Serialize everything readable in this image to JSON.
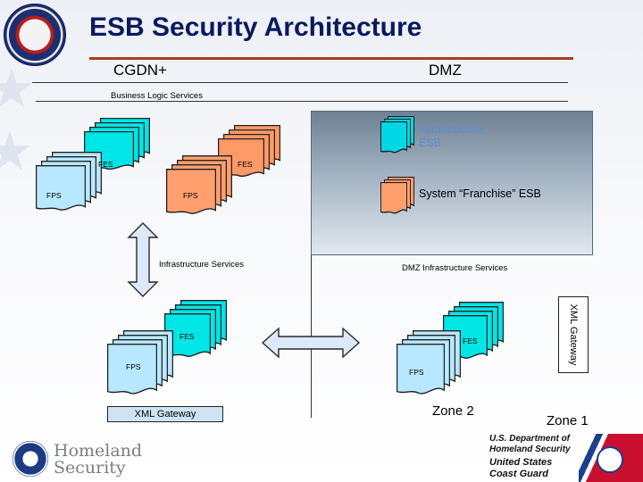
{
  "title": "ESB Security Architecture",
  "columns": {
    "left": "CGDN+",
    "right": "DMZ"
  },
  "business_logic": "Business Logic Services",
  "dmz_box": {
    "infrastructure_esb": "Infrastructure\nESB",
    "system_franchise_esb": "System “Franchise” ESB"
  },
  "clusters": {
    "top_left": {
      "fes": "FES",
      "fps": "FPS"
    },
    "top_right": {
      "fes": "FES",
      "fps": "FPS"
    },
    "bottom_left": {
      "fes": "FES",
      "fps": "FPS"
    },
    "bottom_right": {
      "fes": "FES",
      "fps": "FPS"
    }
  },
  "infrastructure_services": "Infrastructure Services",
  "dmz_infrastructure_services": "DMZ Infrastructure Services",
  "xml_gateway_bottom": "XML Gateway",
  "xml_gateway_right": "XML Gateway",
  "zone_2": "Zone 2",
  "zone_1": "Zone 1",
  "footer": {
    "homeland_line1": "Homeland",
    "homeland_line2": "Security",
    "uscg_line1": "U.S. Department of",
    "uscg_line2": "Homeland Security",
    "uscg_line3": "United States",
    "uscg_line4": "Coast Guard"
  },
  "colors": {
    "title": "#0b1a5e",
    "fes_blue": "#00e6e6",
    "fps_blue": "#b8e8ff",
    "fes_orange": "#ff9966",
    "fps_orange": "#ff9f6e",
    "dmz_box": "#7a8c9e",
    "infra_esb_text": "#5b8fd0",
    "rule_red": "#a0401e"
  },
  "icons": {
    "seal": "coast-guard-seal-icon",
    "dhs_seal": "dhs-seal-icon",
    "uscg_emblem": "uscg-emblem-icon"
  }
}
